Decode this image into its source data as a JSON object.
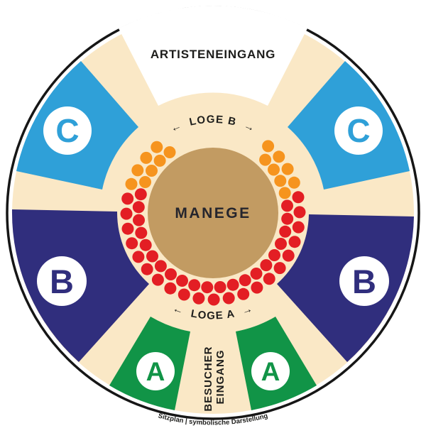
{
  "labels": {
    "artist_entrance": "ARTISTENEINGANG",
    "visitor_entrance_line1": "BESUCHER",
    "visitor_entrance_line2": "EINGANG",
    "manege": "MANEGE",
    "loge_b": "←  LOGE B  →",
    "loge_a": "←  LOGE A  →",
    "caption": "Sitzplan | symbolische Darstellung"
  },
  "sections": {
    "a": "A",
    "b": "B",
    "c": "C"
  },
  "colors": {
    "outline": "#161616",
    "floor_cream": "#FAE8C6",
    "entrance_white": "#FFFFFF",
    "section_a_green": "#119447",
    "section_b_navy": "#302E7D",
    "section_c_blue": "#2FA0D8",
    "manege_tan": "#C29B62",
    "manege_ink": "#25252D",
    "seat_loge_b_orange": "#F6941E",
    "seat_loge_a_red": "#E31E24",
    "ink": "#1D1D1B",
    "badge_white": "#FFFFFF"
  },
  "seats": {
    "rings": [
      {
        "name": "inner",
        "radius": 105,
        "start_angle_deg": 45.5
      },
      {
        "name": "outer",
        "radius": 122,
        "start_angle_deg": 50.5
      }
    ],
    "count_per_ring": 29,
    "step_deg": -10,
    "dot_radius": 8.5,
    "loge_b_lead_count": 4,
    "loge_b_trail_count": 4
  }
}
